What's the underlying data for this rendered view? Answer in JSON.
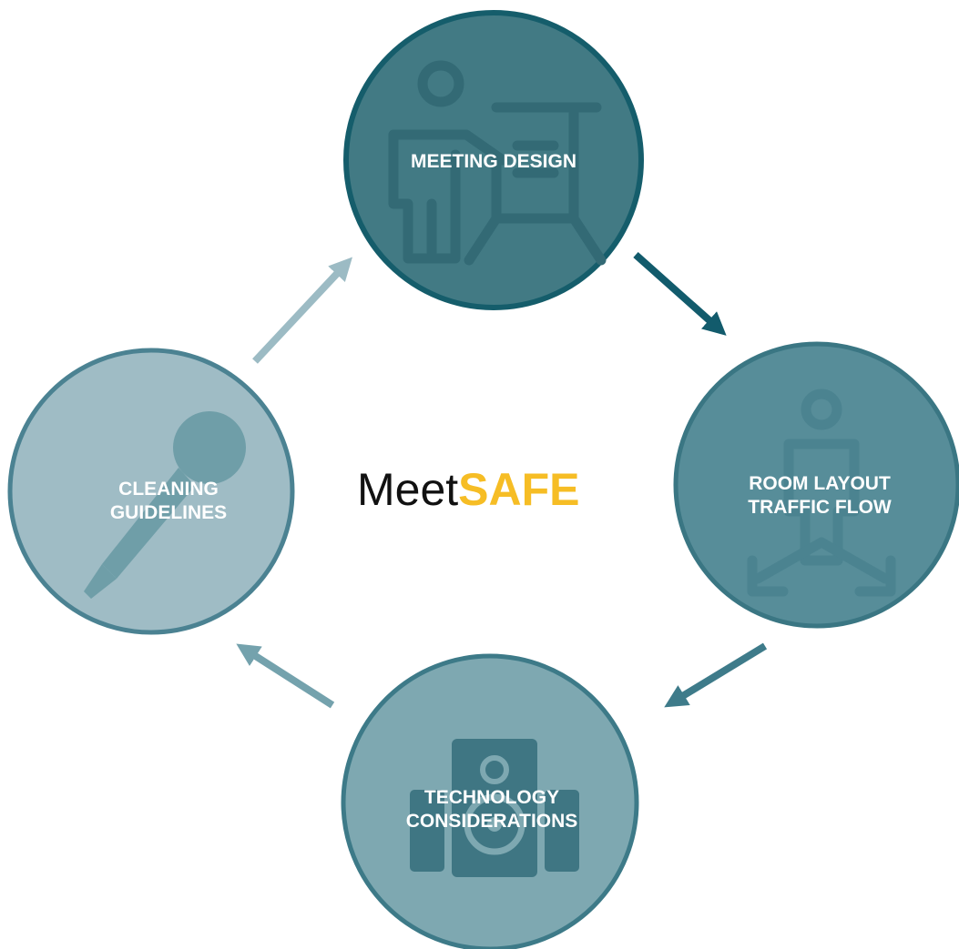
{
  "logo": {
    "word1": "Meet",
    "word2": "SAFE"
  },
  "nodes": [
    {
      "id": "meeting-design",
      "lines": [
        "MEETING DESIGN"
      ],
      "icon": "presenter-board-icon"
    },
    {
      "id": "room-layout",
      "lines": [
        "ROOM LAYOUT",
        "TRAFFIC FLOW"
      ],
      "icon": "person-directions-icon"
    },
    {
      "id": "technology",
      "lines": [
        "TECHNOLOGY",
        "CONSIDERATIONS"
      ],
      "icon": "speakers-icon"
    },
    {
      "id": "cleaning",
      "lines": [
        "CLEANING",
        "GUIDELINES"
      ],
      "icon": "microphone-icon"
    }
  ],
  "colors": {
    "meeting_design": "#427a84",
    "room_layout": "#578d99",
    "technology": "#7ea8b1",
    "cleaning": "#9fbcc5",
    "ring": "#2a6a78",
    "logo_safe": "#f6bd25"
  }
}
